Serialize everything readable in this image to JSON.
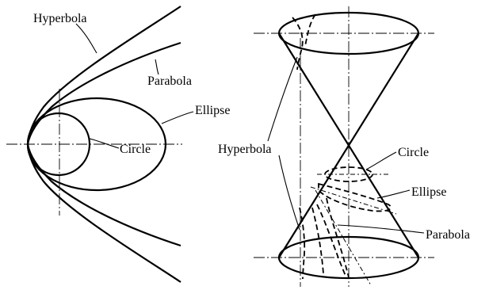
{
  "left_diagram": {
    "hyperbola": "Hyperbola",
    "parabola": "Parabola",
    "ellipse": "Ellipse",
    "circle": "Circle"
  },
  "right_diagram": {
    "hyperbola": "Hyperbola",
    "circle": "Circle",
    "ellipse": "Ellipse",
    "parabola": "Parabola"
  }
}
